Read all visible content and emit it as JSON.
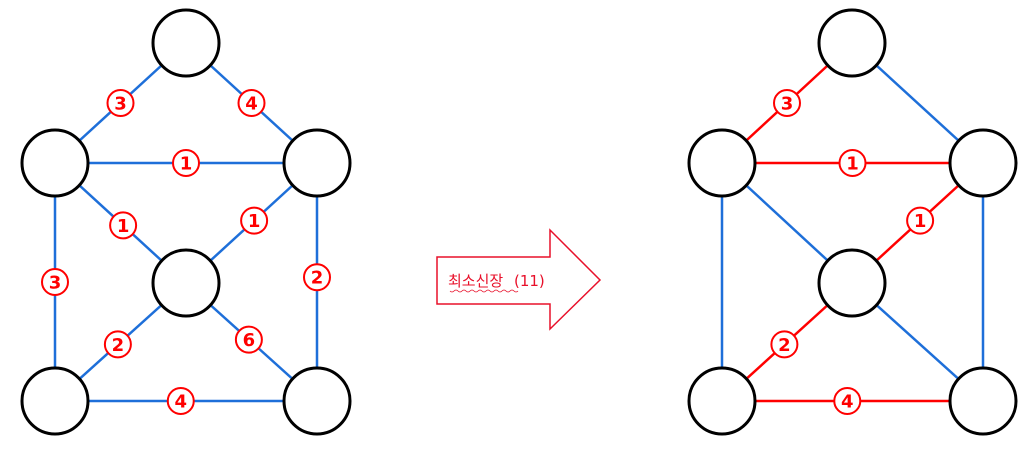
{
  "arrow": {
    "label": "최소신장",
    "total": "(11)"
  },
  "colors": {
    "edge_default": "#1e6fd9",
    "edge_mst": "#ff0000",
    "weight_label": "#ff0000",
    "node_stroke": "#000000"
  },
  "graphs": [
    {
      "id": "original-graph",
      "nodes": [
        "top",
        "upper-left",
        "upper-right",
        "center",
        "lower-left",
        "lower-right"
      ],
      "edges": [
        {
          "from": "top",
          "to": "upper-left",
          "weight": "3",
          "selected": false
        },
        {
          "from": "top",
          "to": "upper-right",
          "weight": "4",
          "selected": false
        },
        {
          "from": "upper-left",
          "to": "upper-right",
          "weight": "1",
          "selected": false
        },
        {
          "from": "upper-left",
          "to": "center",
          "weight": "1",
          "selected": false
        },
        {
          "from": "upper-right",
          "to": "center",
          "weight": "1",
          "selected": false
        },
        {
          "from": "upper-left",
          "to": "lower-left",
          "weight": "3",
          "selected": false
        },
        {
          "from": "upper-right",
          "to": "lower-right",
          "weight": "2",
          "selected": false
        },
        {
          "from": "center",
          "to": "lower-left",
          "weight": "2",
          "selected": false
        },
        {
          "from": "center",
          "to": "lower-right",
          "weight": "6",
          "selected": false
        },
        {
          "from": "lower-left",
          "to": "lower-right",
          "weight": "4",
          "selected": false
        }
      ]
    },
    {
      "id": "minimum-spanning-tree",
      "nodes": [
        "top",
        "upper-left",
        "upper-right",
        "center",
        "lower-left",
        "lower-right"
      ],
      "edges": [
        {
          "from": "top",
          "to": "upper-left",
          "weight": "3",
          "selected": true
        },
        {
          "from": "top",
          "to": "upper-right",
          "weight": "",
          "selected": false
        },
        {
          "from": "upper-left",
          "to": "upper-right",
          "weight": "1",
          "selected": true
        },
        {
          "from": "upper-left",
          "to": "center",
          "weight": "",
          "selected": false
        },
        {
          "from": "upper-right",
          "to": "center",
          "weight": "1",
          "selected": true
        },
        {
          "from": "upper-left",
          "to": "lower-left",
          "weight": "",
          "selected": false
        },
        {
          "from": "upper-right",
          "to": "lower-right",
          "weight": "",
          "selected": false
        },
        {
          "from": "center",
          "to": "lower-left",
          "weight": "2",
          "selected": true
        },
        {
          "from": "center",
          "to": "lower-right",
          "weight": "",
          "selected": false
        },
        {
          "from": "lower-left",
          "to": "lower-right",
          "weight": "4",
          "selected": true
        }
      ]
    }
  ]
}
